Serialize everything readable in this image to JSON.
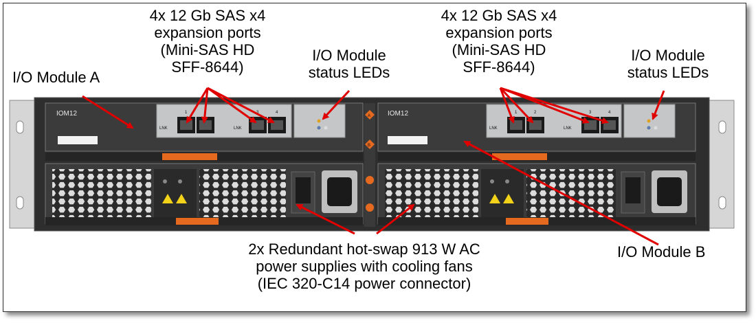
{
  "callouts": {
    "sas_left": [
      "4x 12 Gb SAS x4",
      "expansion ports",
      "(Mini-SAS HD",
      "SFF-8644)"
    ],
    "sas_right": [
      "4x 12 Gb SAS x4",
      "expansion ports",
      "(Mini-SAS HD",
      "SFF-8644)"
    ],
    "status_left": [
      "I/O Module",
      "status LEDs"
    ],
    "status_right": [
      "I/O Module",
      "status LEDs"
    ],
    "module_a": "I/O Module A",
    "module_b": "I/O Module B",
    "psu": [
      "2x Redundant hot-swap 913 W AC",
      "power supplies with cooling fans",
      "(IEC 320-C14 power connector)"
    ]
  },
  "modules": [
    {
      "name": "IOM12",
      "ports": [
        "1",
        "2",
        "3",
        "4"
      ],
      "lnk": "LNK"
    },
    {
      "name": "IOM12",
      "ports": [
        "1",
        "2",
        "3",
        "4"
      ],
      "lnk": "LNK"
    }
  ],
  "center_letters": [
    "A",
    "B"
  ],
  "colors": {
    "arrow": "#e00000",
    "handle": "#e56a1f",
    "chassis": "#2e2e2e",
    "panel": "#c4c6c8"
  }
}
